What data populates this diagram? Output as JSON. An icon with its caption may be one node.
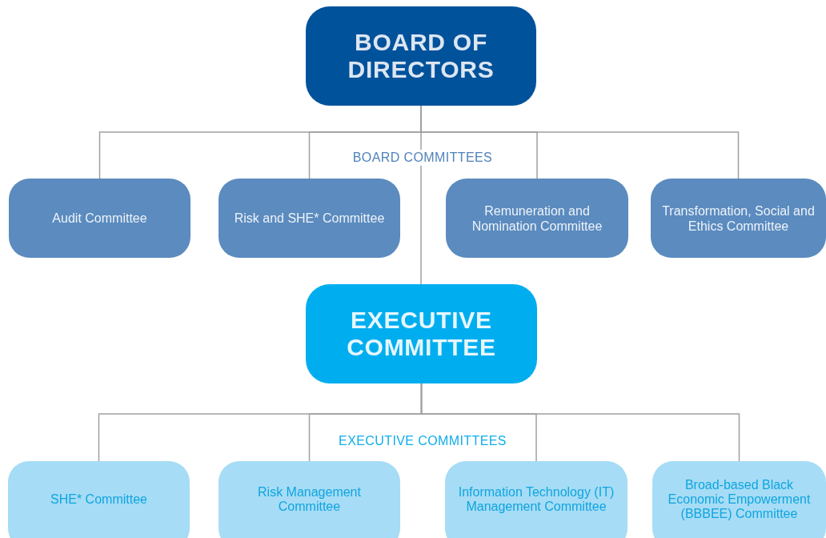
{
  "diagram": {
    "nodes": [
      {
        "text": [
          "BOARD OF DIRECTORS"
        ]
      },
      {
        "text": [
          "Audit Committee"
        ]
      },
      {
        "text": [
          "Risk and SHE* Committee"
        ]
      },
      {
        "text": [
          "Remuneration and Nomination Committee"
        ]
      },
      {
        "text": [
          "Transformation, Social and Ethics Committee"
        ]
      },
      {
        "text": [
          "EXECUTIVE COMMITTEE"
        ]
      },
      {
        "text": [
          "SHE* Committee"
        ]
      },
      {
        "text": [
          "Risk Management Committee"
        ]
      },
      {
        "text": [
          "Information Technology (IT) Management Committee"
        ]
      },
      {
        "text": [
          "Broad-based Black Economic Empowerment (BBBEE) Committee"
        ]
      }
    ],
    "edges": [
      {
        "from": 0,
        "to": 1,
        "arrow": "none"
      },
      {
        "from": 0,
        "to": 2,
        "arrow": "none"
      },
      {
        "from": 0,
        "to": 3,
        "arrow": "none"
      },
      {
        "from": 0,
        "to": 4,
        "arrow": "none"
      },
      {
        "from": 0,
        "to": 5,
        "arrow": "none"
      },
      {
        "from": 5,
        "to": 6,
        "arrow": "none"
      },
      {
        "from": 5,
        "to": 7,
        "arrow": "none"
      },
      {
        "from": 5,
        "to": 8,
        "arrow": "none"
      },
      {
        "from": 5,
        "to": 9,
        "arrow": "none"
      }
    ],
    "labels": [
      "BOARD COMMITTEES",
      "EXECUTIVE COMMITTEES"
    ]
  }
}
